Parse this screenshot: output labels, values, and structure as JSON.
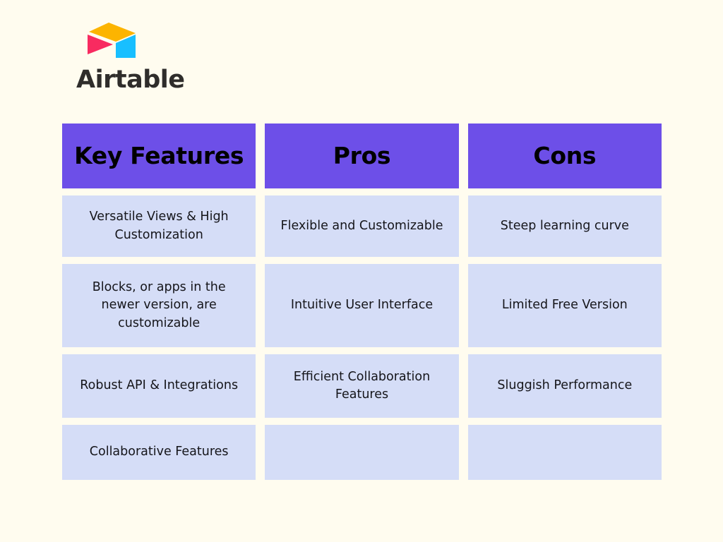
{
  "page": {
    "background_color": "#FFFCEF"
  },
  "brand": {
    "name": "Airtable",
    "logo_icon": "airtable-cube-logo",
    "wordmark_color": "#2F2D2B",
    "logo_colors": {
      "top": "#FCB400",
      "left": "#F82B60",
      "right": "#18BFFF"
    }
  },
  "table": {
    "header_background": "#6D4FE8",
    "header_text_color": "#000000",
    "cell_background": "#D5DDF7",
    "cell_text_color": "#15151A",
    "columns": [
      {
        "id": "key-features",
        "label": "Key Features"
      },
      {
        "id": "pros",
        "label": "Pros"
      },
      {
        "id": "cons",
        "label": "Cons"
      }
    ],
    "rows": [
      {
        "key_features": "Versatile Views & High Customization",
        "pros": "Flexible and Customizable",
        "cons": "Steep learning curve"
      },
      {
        "key_features": "Blocks, or apps in the newer version, are customizable",
        "pros": "Intuitive User Interface",
        "cons": "Limited Free Version"
      },
      {
        "key_features": "Robust API & Integrations",
        "pros": "Efficient Collaboration Features",
        "cons": "Sluggish Performance"
      },
      {
        "key_features": "Collaborative Features",
        "pros": "",
        "cons": ""
      }
    ]
  }
}
